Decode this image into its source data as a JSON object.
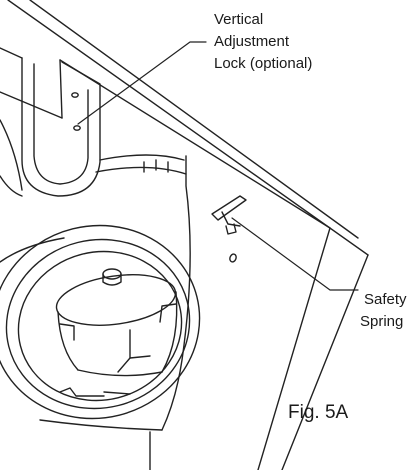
{
  "callouts": {
    "vertical_adjustment_lock": {
      "lines": [
        "Vertical",
        "Adjustment",
        "Lock (optional)"
      ]
    },
    "safety_spring": {
      "lines": [
        "Safety",
        "Spring"
      ]
    }
  },
  "figure_label": "Fig. 5A",
  "colors": {
    "line": "#222222",
    "background": "#ffffff"
  }
}
